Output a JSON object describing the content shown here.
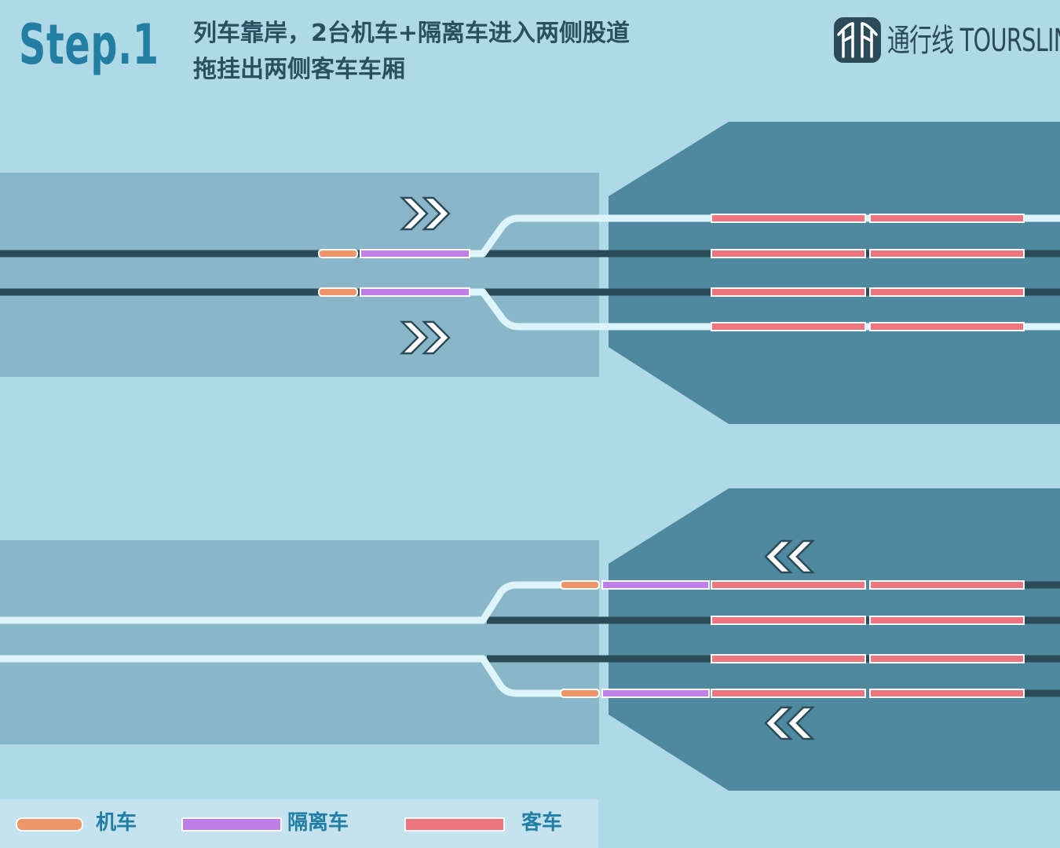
{
  "header": {
    "step": "Step.1",
    "description_line1": "列车靠岸，2台机车+隔离车进入两侧股道",
    "description_line2": "拖挂出两侧客车车厢"
  },
  "logo": {
    "text": "通行线 TOURSLINE",
    "icon": "toursline-tracks-icon"
  },
  "legend": [
    {
      "label": "机车",
      "color": "#f0956a"
    },
    {
      "label": "隔离车",
      "color": "#c07ee8"
    },
    {
      "label": "客车",
      "color": "#ee7480"
    }
  ],
  "colors": {
    "background": "#b0d9e7",
    "land": "#89b6c9",
    "dock": "#4f899f",
    "track_dark": "#2a4b57",
    "track_light": "#def4fb",
    "locomotive": "#f0956a",
    "isolation_car": "#c07ee8",
    "passenger_car": "#ee7480",
    "title": "#227ea3"
  },
  "direction_icons": {
    "top": "double-chevron-right-icon",
    "bottom": "double-chevron-left-icon"
  }
}
